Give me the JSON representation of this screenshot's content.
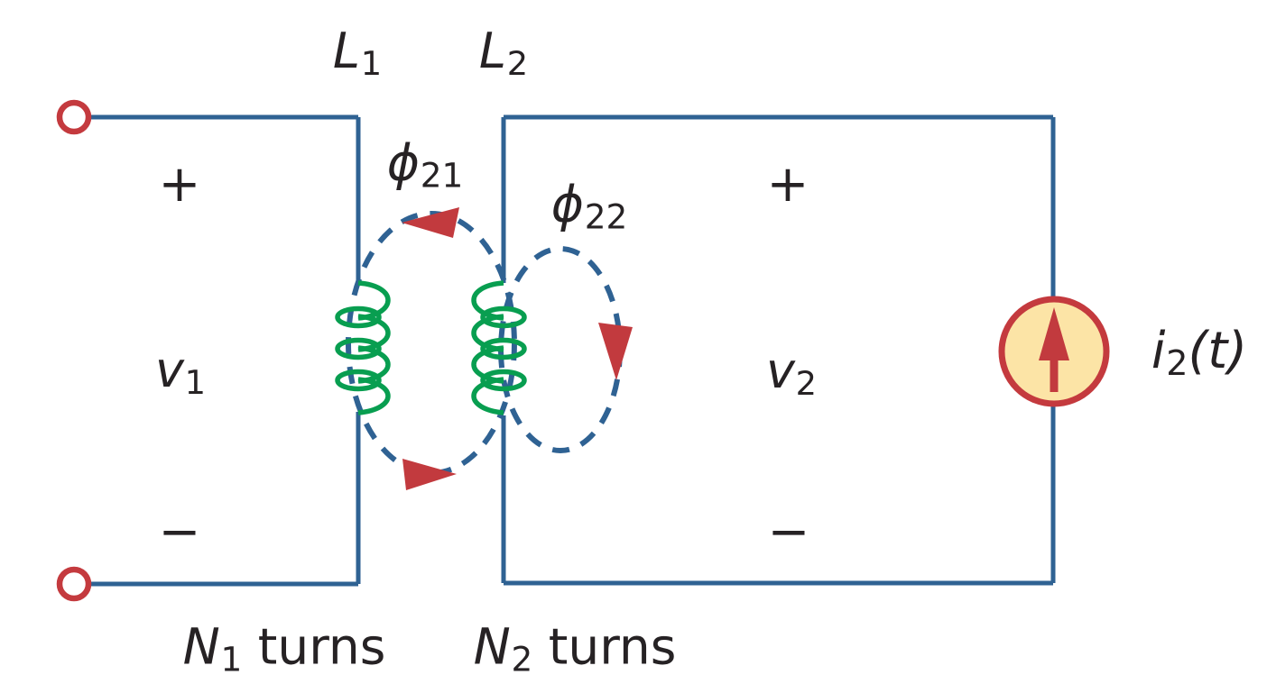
{
  "labels": {
    "inductor1": {
      "base": "L",
      "sub": "1"
    },
    "inductor2": {
      "base": "L",
      "sub": "2"
    },
    "flux21": {
      "base": "ϕ",
      "sub": "21"
    },
    "flux22": {
      "base": "ϕ",
      "sub": "22"
    },
    "voltage1": {
      "base": "v",
      "sub": "1",
      "plus": "+",
      "minus": "−"
    },
    "voltage2": {
      "base": "v",
      "sub": "2",
      "plus": "+",
      "minus": "−"
    },
    "source_current": {
      "base": "i",
      "sub": "2",
      "suffix": "(t)"
    },
    "coil1_turns": {
      "base": "N",
      "sub": "1",
      "suffix": " turns"
    },
    "coil2_turns": {
      "base": "N",
      "sub": "2",
      "suffix": " turns"
    }
  },
  "colors": {
    "wire": "#2f6293",
    "flux_dashed": "#2f6293",
    "coil": "#089e50",
    "arrow": "#c23a3e",
    "terminal_ring": "#c43a3e",
    "source_ring": "#c43a3e",
    "source_fill": "#fce4a6",
    "text": "#262224",
    "background": "#ffffff"
  }
}
